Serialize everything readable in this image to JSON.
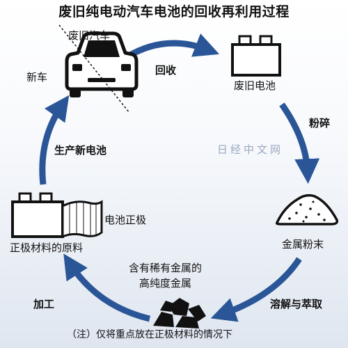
{
  "title": "废旧纯电动汽车电池的回收再利用过程",
  "nodes": {
    "old_car": "废旧汽车",
    "new_car": "新车",
    "old_battery": "废旧电池",
    "metal_powder": "金属粉末",
    "rare_metal": "含有稀有金属的",
    "rare_metal_2": "高纯度金属",
    "cathode_material": "正极材料的原料",
    "cathode": "电池正极"
  },
  "steps": {
    "recycle": "回收",
    "crush": "粉碎",
    "dissolve": "溶解与萃取",
    "process": "加工",
    "produce": "生产新电池"
  },
  "watermark": "日经中文网",
  "note": "（注）仅将重点放在正极材料的情况下",
  "colors": {
    "arrow": "#2a5597",
    "icon_stroke": "#111111",
    "icon_fill": "#ffffff"
  }
}
